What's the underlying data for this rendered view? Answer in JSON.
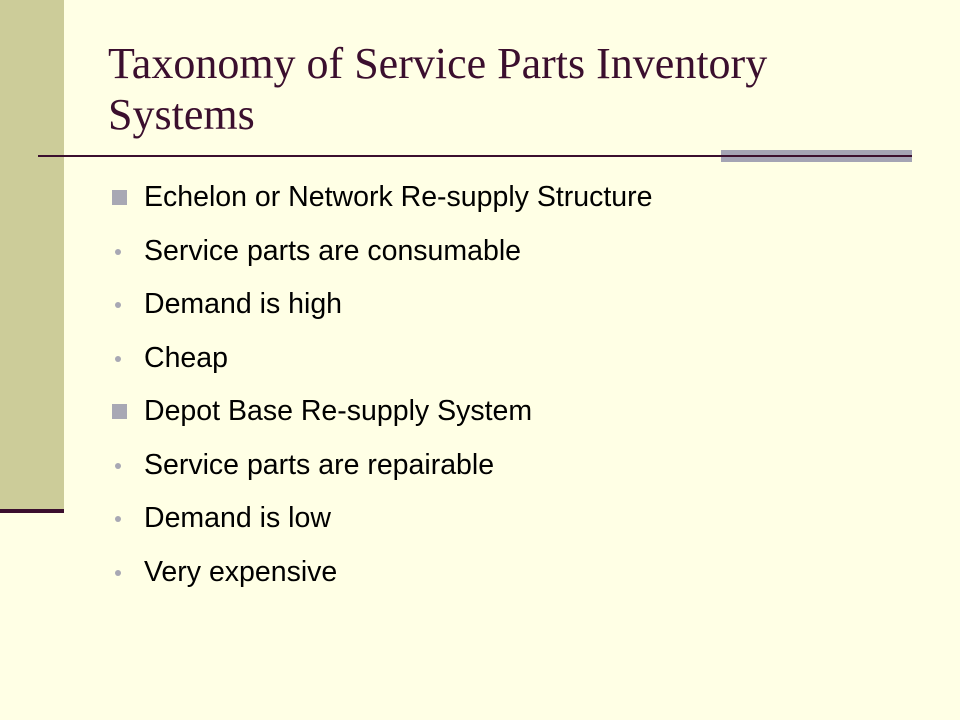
{
  "slide": {
    "title": "Taxonomy of Service Parts Inventory Systems",
    "bullets": [
      {
        "text": "Echelon or Network Re-supply Structure",
        "marker": "square"
      },
      {
        "text": "Service parts are consumable",
        "marker": "dot"
      },
      {
        "text": "Demand is high",
        "marker": "dot"
      },
      {
        "text": "Cheap",
        "marker": "dot"
      },
      {
        "text": "Depot Base Re-supply System",
        "marker": "square"
      },
      {
        "text": "Service parts are repairable",
        "marker": "dot"
      },
      {
        "text": "Demand is low",
        "marker": "dot"
      },
      {
        "text": "Very expensive",
        "marker": "dot"
      }
    ]
  },
  "colors": {
    "background": "#ffffe5",
    "left_band": "#cccc99",
    "title_text": "#3b0f2e",
    "bullet_marker": "#a8a8b4",
    "rule_accent": "#a4a4b4"
  }
}
